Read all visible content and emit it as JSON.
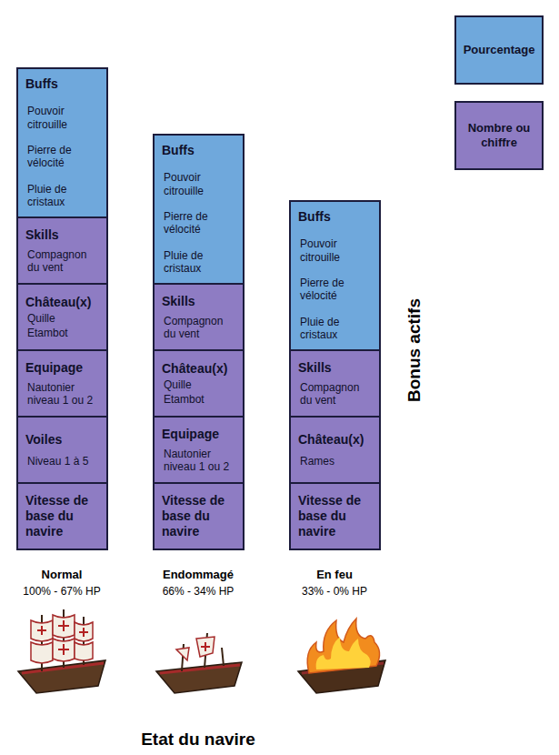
{
  "diagram": {
    "nodes": [
      {
        "text": [
          "Buffs",
          "Pouvoir citrouille",
          "Pierre de vélocité",
          "Pluie de cristaux"
        ]
      },
      {
        "text": [
          "Skills",
          "Compagnon du vent"
        ]
      },
      {
        "text": [
          "Château(x)",
          "Quille",
          "Etambot"
        ]
      },
      {
        "text": [
          "Equipage",
          "Nautonier niveau 1 ou 2"
        ]
      },
      {
        "text": [
          "Voiles",
          "Niveau 1 à 5"
        ]
      },
      {
        "text": [
          "Vitesse de base du navire"
        ]
      },
      {
        "text": [
          "Buffs",
          "Pouvoir citrouille",
          "Pierre de vélocité",
          "Pluie de cristaux"
        ]
      },
      {
        "text": [
          "Skills",
          "Compagnon du vent"
        ]
      },
      {
        "text": [
          "Château(x)",
          "Quille",
          "Etambot"
        ]
      },
      {
        "text": [
          "Equipage",
          "Nautonier niveau 1 ou 2"
        ]
      },
      {
        "text": [
          "Vitesse de base du navire"
        ]
      },
      {
        "text": [
          "Buffs",
          "Pouvoir citrouille",
          "Pierre de vélocité",
          "Pluie de cristaux"
        ]
      },
      {
        "text": [
          "Skills",
          "Compagnon du vent"
        ]
      },
      {
        "text": [
          "Château(x)",
          "Rames"
        ]
      },
      {
        "text": [
          "Vitesse de base du navire"
        ]
      }
    ],
    "labels": [
      "Bonus actifs",
      "Normal",
      "100% - 67% HP",
      "Endommagé",
      "66% - 34% HP",
      "En feu",
      "33% - 0% HP",
      "Etat du navire"
    ],
    "legend": [
      {
        "text": "Pourcentage",
        "color": "#6fa8dc"
      },
      {
        "text": "Nombre ou chiffre",
        "color": "#8e7cc3"
      }
    ]
  }
}
